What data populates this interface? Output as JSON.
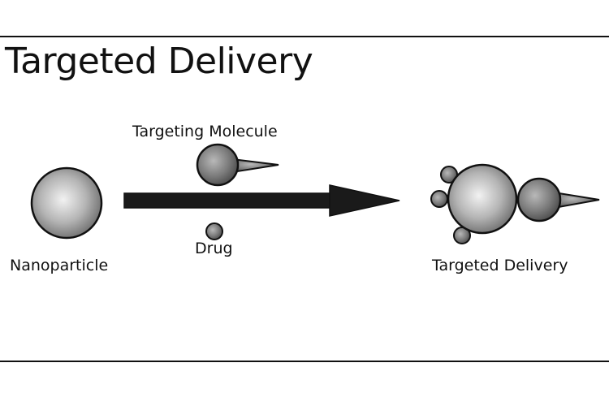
{
  "title": "Targeted Delivery",
  "labels": {
    "targeting_molecule": "Targeting Molecule",
    "drug": "Drug",
    "nanoparticle": "Nanoparticle",
    "result": "Targeted Delivery"
  },
  "colors": {
    "outline": "#111111",
    "sphere_light": "#e6e6e6",
    "sphere_dark": "#6e6e6e",
    "arrow": "#1a1a1a"
  }
}
